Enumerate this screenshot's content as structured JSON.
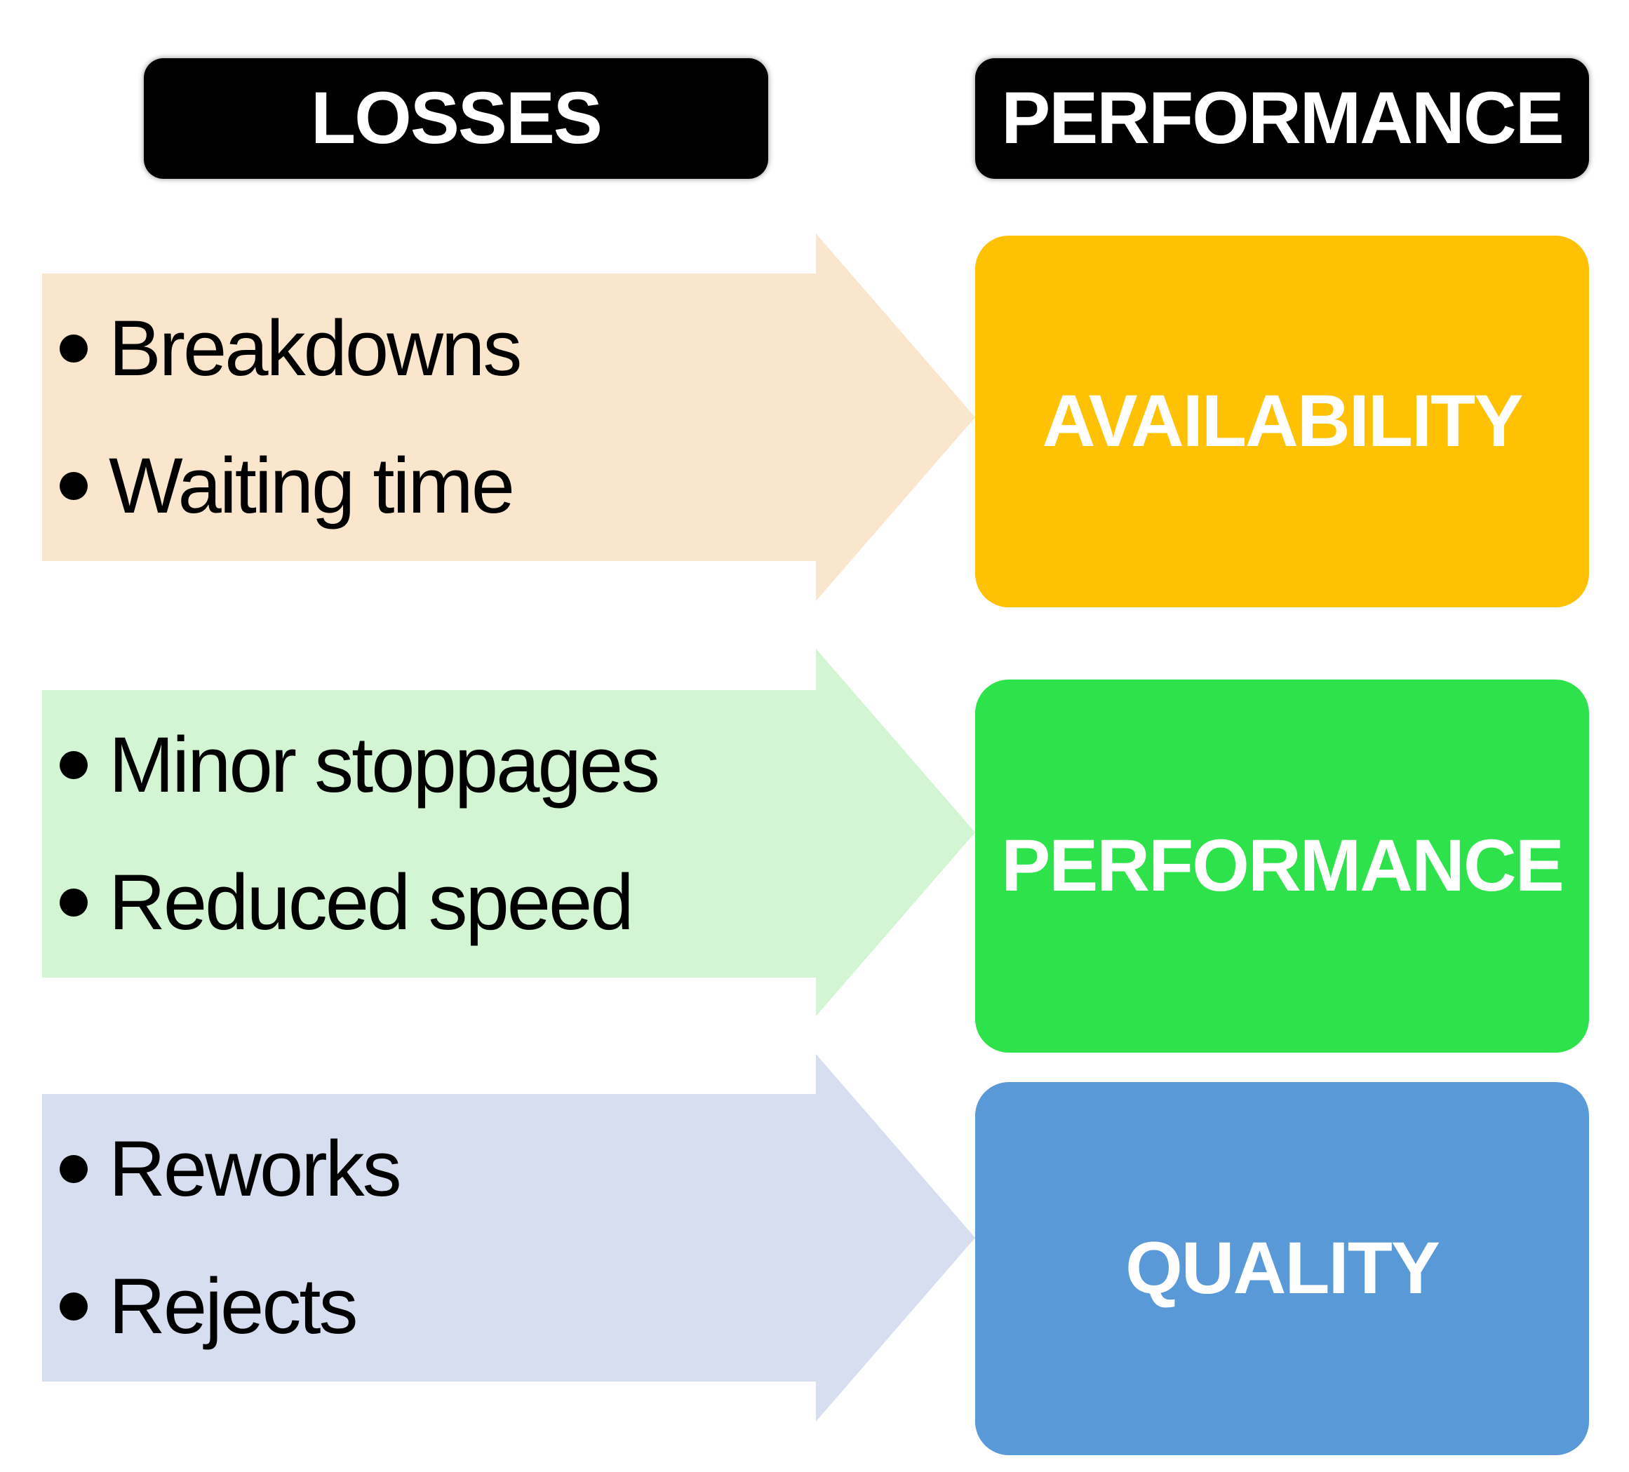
{
  "headers": {
    "left": "LOSSES",
    "right": "PERFORMANCE"
  },
  "rows": [
    {
      "losses": [
        "Breakdowns",
        "Waiting time"
      ],
      "metric": "AVAILABILITY"
    },
    {
      "losses": [
        "Minor stoppages",
        "Reduced speed"
      ],
      "metric": "PERFORMANCE"
    },
    {
      "losses": [
        "Reworks",
        "Rejects"
      ],
      "metric": "QUALITY"
    }
  ],
  "colors": {
    "header-bg": "#000000",
    "header-text": "#ffffff",
    "arrow1": "#FAE5CD",
    "arrow2": "#D3F5D3",
    "arrow3": "#D6DEEF",
    "box1": "#FEC103",
    "box2": "#2EE24B",
    "box3": "#5999D8",
    "bullet-text": "#000000",
    "box-text": "#ffffff"
  }
}
